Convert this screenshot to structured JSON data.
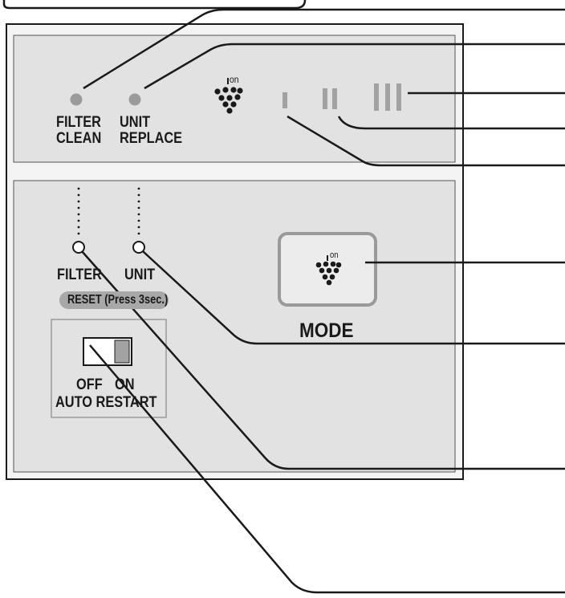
{
  "indicator_panel": {
    "filter_clean_lamp": {
      "line1": "FILTER",
      "line2": "CLEAN"
    },
    "unit_replace_lamp": {
      "line1": "UNIT",
      "line2": "REPLACE"
    },
    "ion_text": "on"
  },
  "control_panel": {
    "filter_button_label": "FILTER",
    "unit_button_label": "UNIT",
    "reset_caption": "RESET (Press 3sec.)",
    "mode_ion_text": "on",
    "mode_label": "MODE",
    "switch_off_label": "OFF",
    "switch_on_label": "ON",
    "auto_restart_label": "AUTO RESTART"
  }
}
